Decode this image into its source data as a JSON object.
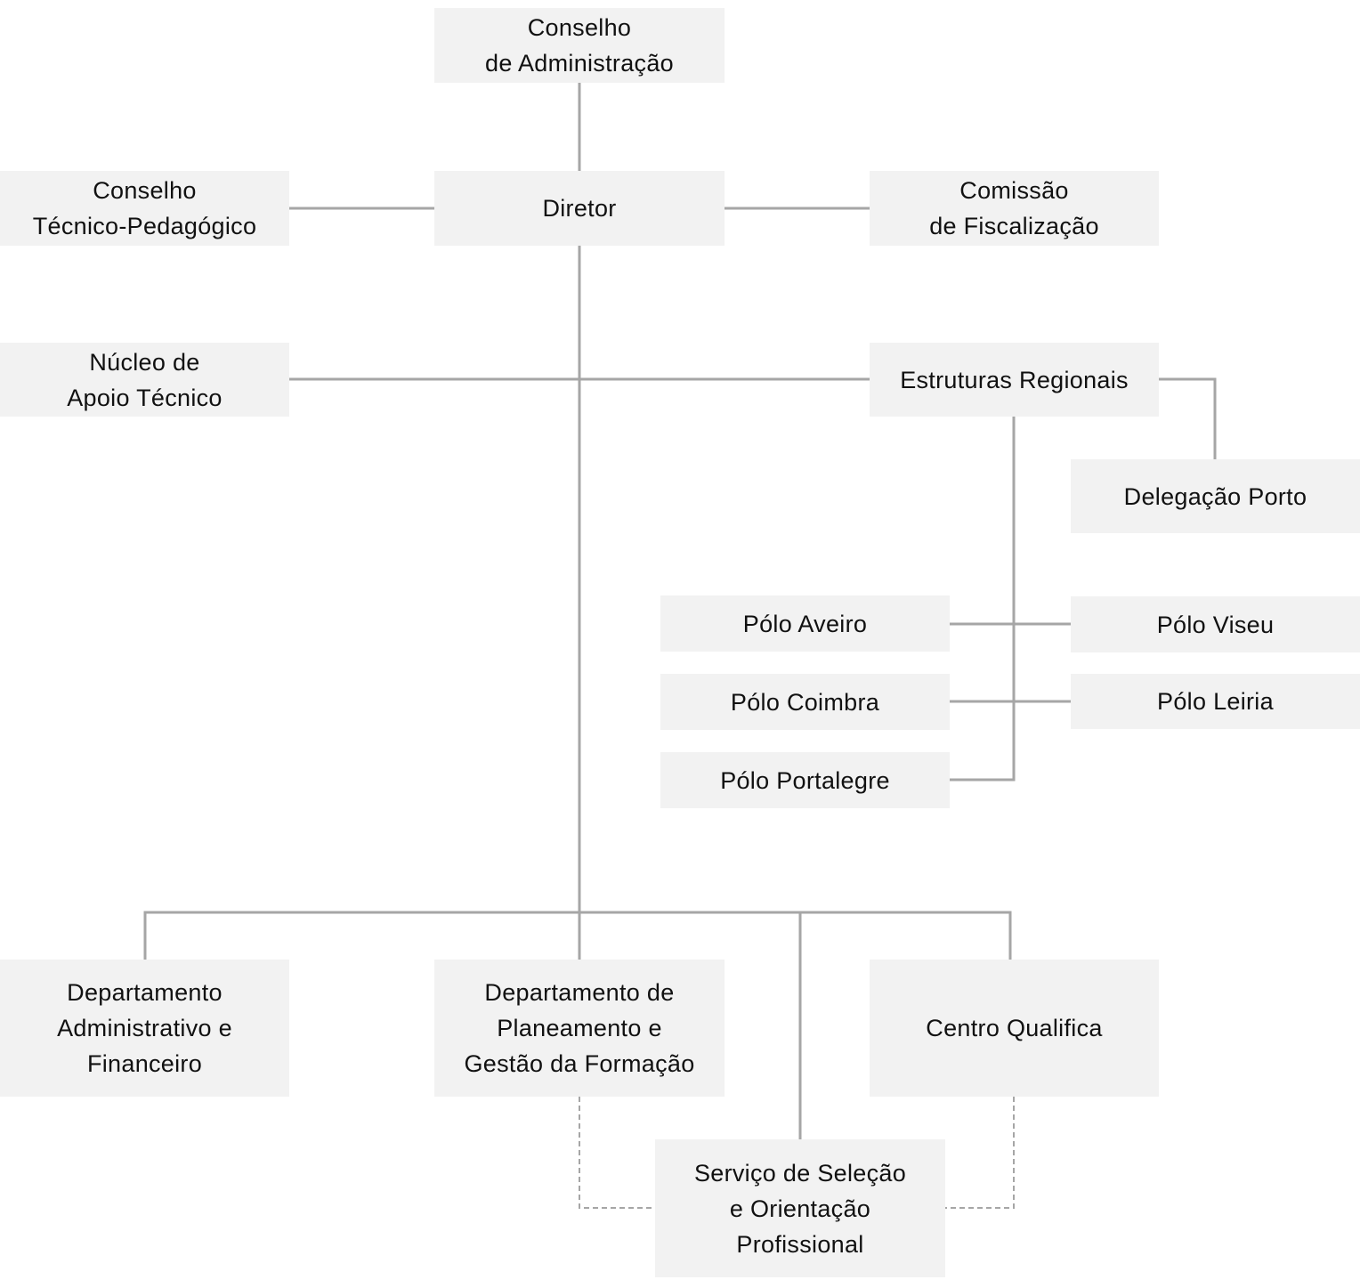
{
  "diagram": {
    "type": "organizational-chart",
    "colors": {
      "node_fill": "#f2f2f2",
      "connector": "#a6a6a6",
      "text": "#111111"
    },
    "nodes": {
      "conselho_administracao": {
        "label": "Conselho\nde Administração"
      },
      "diretor": {
        "label": "Diretor"
      },
      "conselho_tecnico_pedagogico": {
        "label": "Conselho\nTécnico-Pedagógico"
      },
      "comissao_fiscalizacao": {
        "label": "Comissão\nde Fiscalização"
      },
      "nucleo_apoio_tecnico": {
        "label": "Núcleo de\nApoio Técnico"
      },
      "estruturas_regionais": {
        "label": "Estruturas Regionais"
      },
      "delegacao_porto": {
        "label": "Delegação Porto"
      },
      "polo_aveiro": {
        "label": "Pólo Aveiro"
      },
      "polo_viseu": {
        "label": "Pólo Viseu"
      },
      "polo_coimbra": {
        "label": "Pólo Coimbra"
      },
      "polo_leiria": {
        "label": "Pólo Leiria"
      },
      "polo_portalegre": {
        "label": "Pólo Portalegre"
      },
      "departamento_administrativo_financeiro": {
        "label": "Departamento\nAdministrativo e\nFinanceiro"
      },
      "departamento_planeamento_gestao_formacao": {
        "label": "Departamento de\nPlaneamento e\nGestão da Formação"
      },
      "centro_qualifica": {
        "label": "Centro Qualifica"
      },
      "servico_selecao_orientacao": {
        "label": "Serviço de Seleção\ne Orientação\nProfissional"
      }
    },
    "edges": [
      {
        "from": "conselho_administracao",
        "to": "diretor",
        "style": "solid"
      },
      {
        "from": "diretor",
        "to": "conselho_tecnico_pedagogico",
        "style": "solid"
      },
      {
        "from": "diretor",
        "to": "comissao_fiscalizacao",
        "style": "solid"
      },
      {
        "from": "diretor",
        "to": "nucleo_apoio_tecnico",
        "style": "solid"
      },
      {
        "from": "diretor",
        "to": "estruturas_regionais",
        "style": "solid"
      },
      {
        "from": "estruturas_regionais",
        "to": "delegacao_porto",
        "style": "solid"
      },
      {
        "from": "estruturas_regionais",
        "to": "polo_aveiro",
        "style": "solid"
      },
      {
        "from": "estruturas_regionais",
        "to": "polo_viseu",
        "style": "solid"
      },
      {
        "from": "estruturas_regionais",
        "to": "polo_coimbra",
        "style": "solid"
      },
      {
        "from": "estruturas_regionais",
        "to": "polo_leiria",
        "style": "solid"
      },
      {
        "from": "estruturas_regionais",
        "to": "polo_portalegre",
        "style": "solid"
      },
      {
        "from": "diretor",
        "to": "departamento_administrativo_financeiro",
        "style": "solid"
      },
      {
        "from": "diretor",
        "to": "departamento_planeamento_gestao_formacao",
        "style": "solid"
      },
      {
        "from": "diretor",
        "to": "centro_qualifica",
        "style": "solid"
      },
      {
        "from": "diretor",
        "to": "servico_selecao_orientacao",
        "style": "solid"
      },
      {
        "from": "departamento_planeamento_gestao_formacao",
        "to": "servico_selecao_orientacao",
        "style": "dashed"
      },
      {
        "from": "centro_qualifica",
        "to": "servico_selecao_orientacao",
        "style": "dashed"
      }
    ]
  }
}
